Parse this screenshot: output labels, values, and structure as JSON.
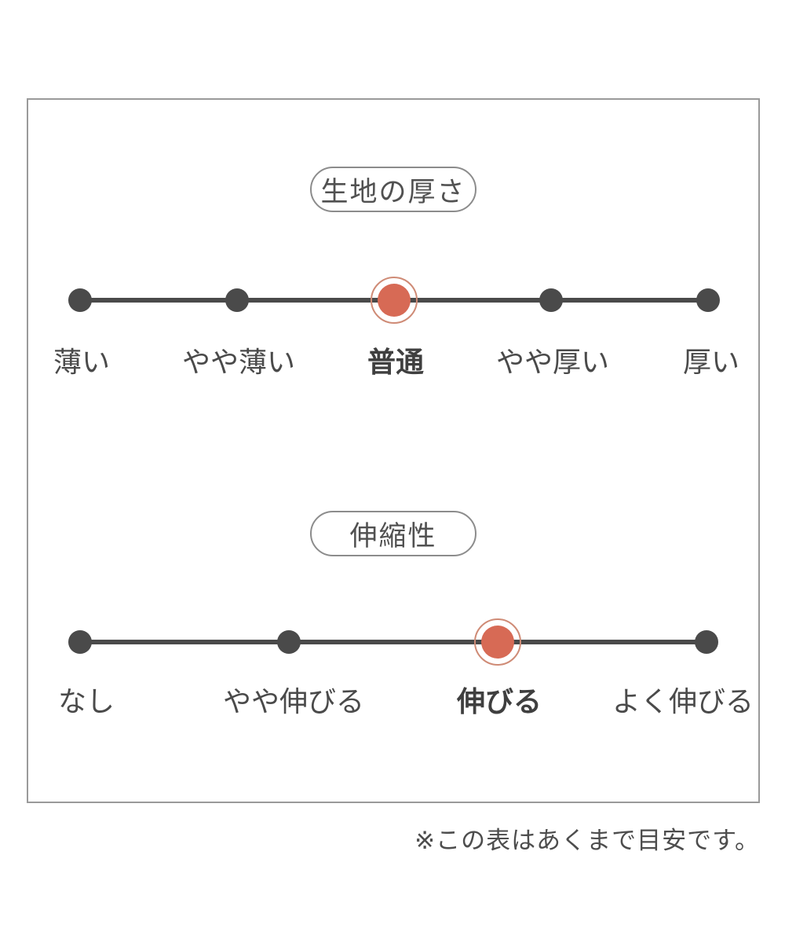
{
  "colors": {
    "accent": "#d76a55",
    "accent_ring": "#cf8b76",
    "dot_gray": "#4a4a4a",
    "text_gray": "#4a4a4a"
  },
  "scales": [
    {
      "title": "生地の厚さ",
      "options": [
        {
          "label": "薄い",
          "selected": false
        },
        {
          "label": "やや薄い",
          "selected": false
        },
        {
          "label": "普通",
          "selected": true
        },
        {
          "label": "やや厚い",
          "selected": false
        },
        {
          "label": "厚い",
          "selected": false
        }
      ],
      "selected_label": "普通"
    },
    {
      "title": "伸縮性",
      "options": [
        {
          "label": "なし",
          "selected": false
        },
        {
          "label": "やや伸びる",
          "selected": false
        },
        {
          "label": "伸びる",
          "selected": true
        },
        {
          "label": "よく伸びる",
          "selected": false
        }
      ],
      "selected_label": "伸びる"
    }
  ],
  "footnote": "※この表はあくまで目安です。",
  "chart_data": [
    {
      "type": "line",
      "title": "生地の厚さ",
      "categories": [
        "薄い",
        "やや薄い",
        "普通",
        "やや厚い",
        "厚い"
      ],
      "selected": "普通",
      "selected_index": 2,
      "scale_points": 5,
      "legend_position": "none",
      "grid": false
    },
    {
      "type": "line",
      "title": "伸縮性",
      "categories": [
        "なし",
        "やや伸びる",
        "伸びる",
        "よく伸びる"
      ],
      "selected": "伸びる",
      "selected_index": 2,
      "scale_points": 4,
      "legend_position": "none",
      "grid": false
    }
  ]
}
